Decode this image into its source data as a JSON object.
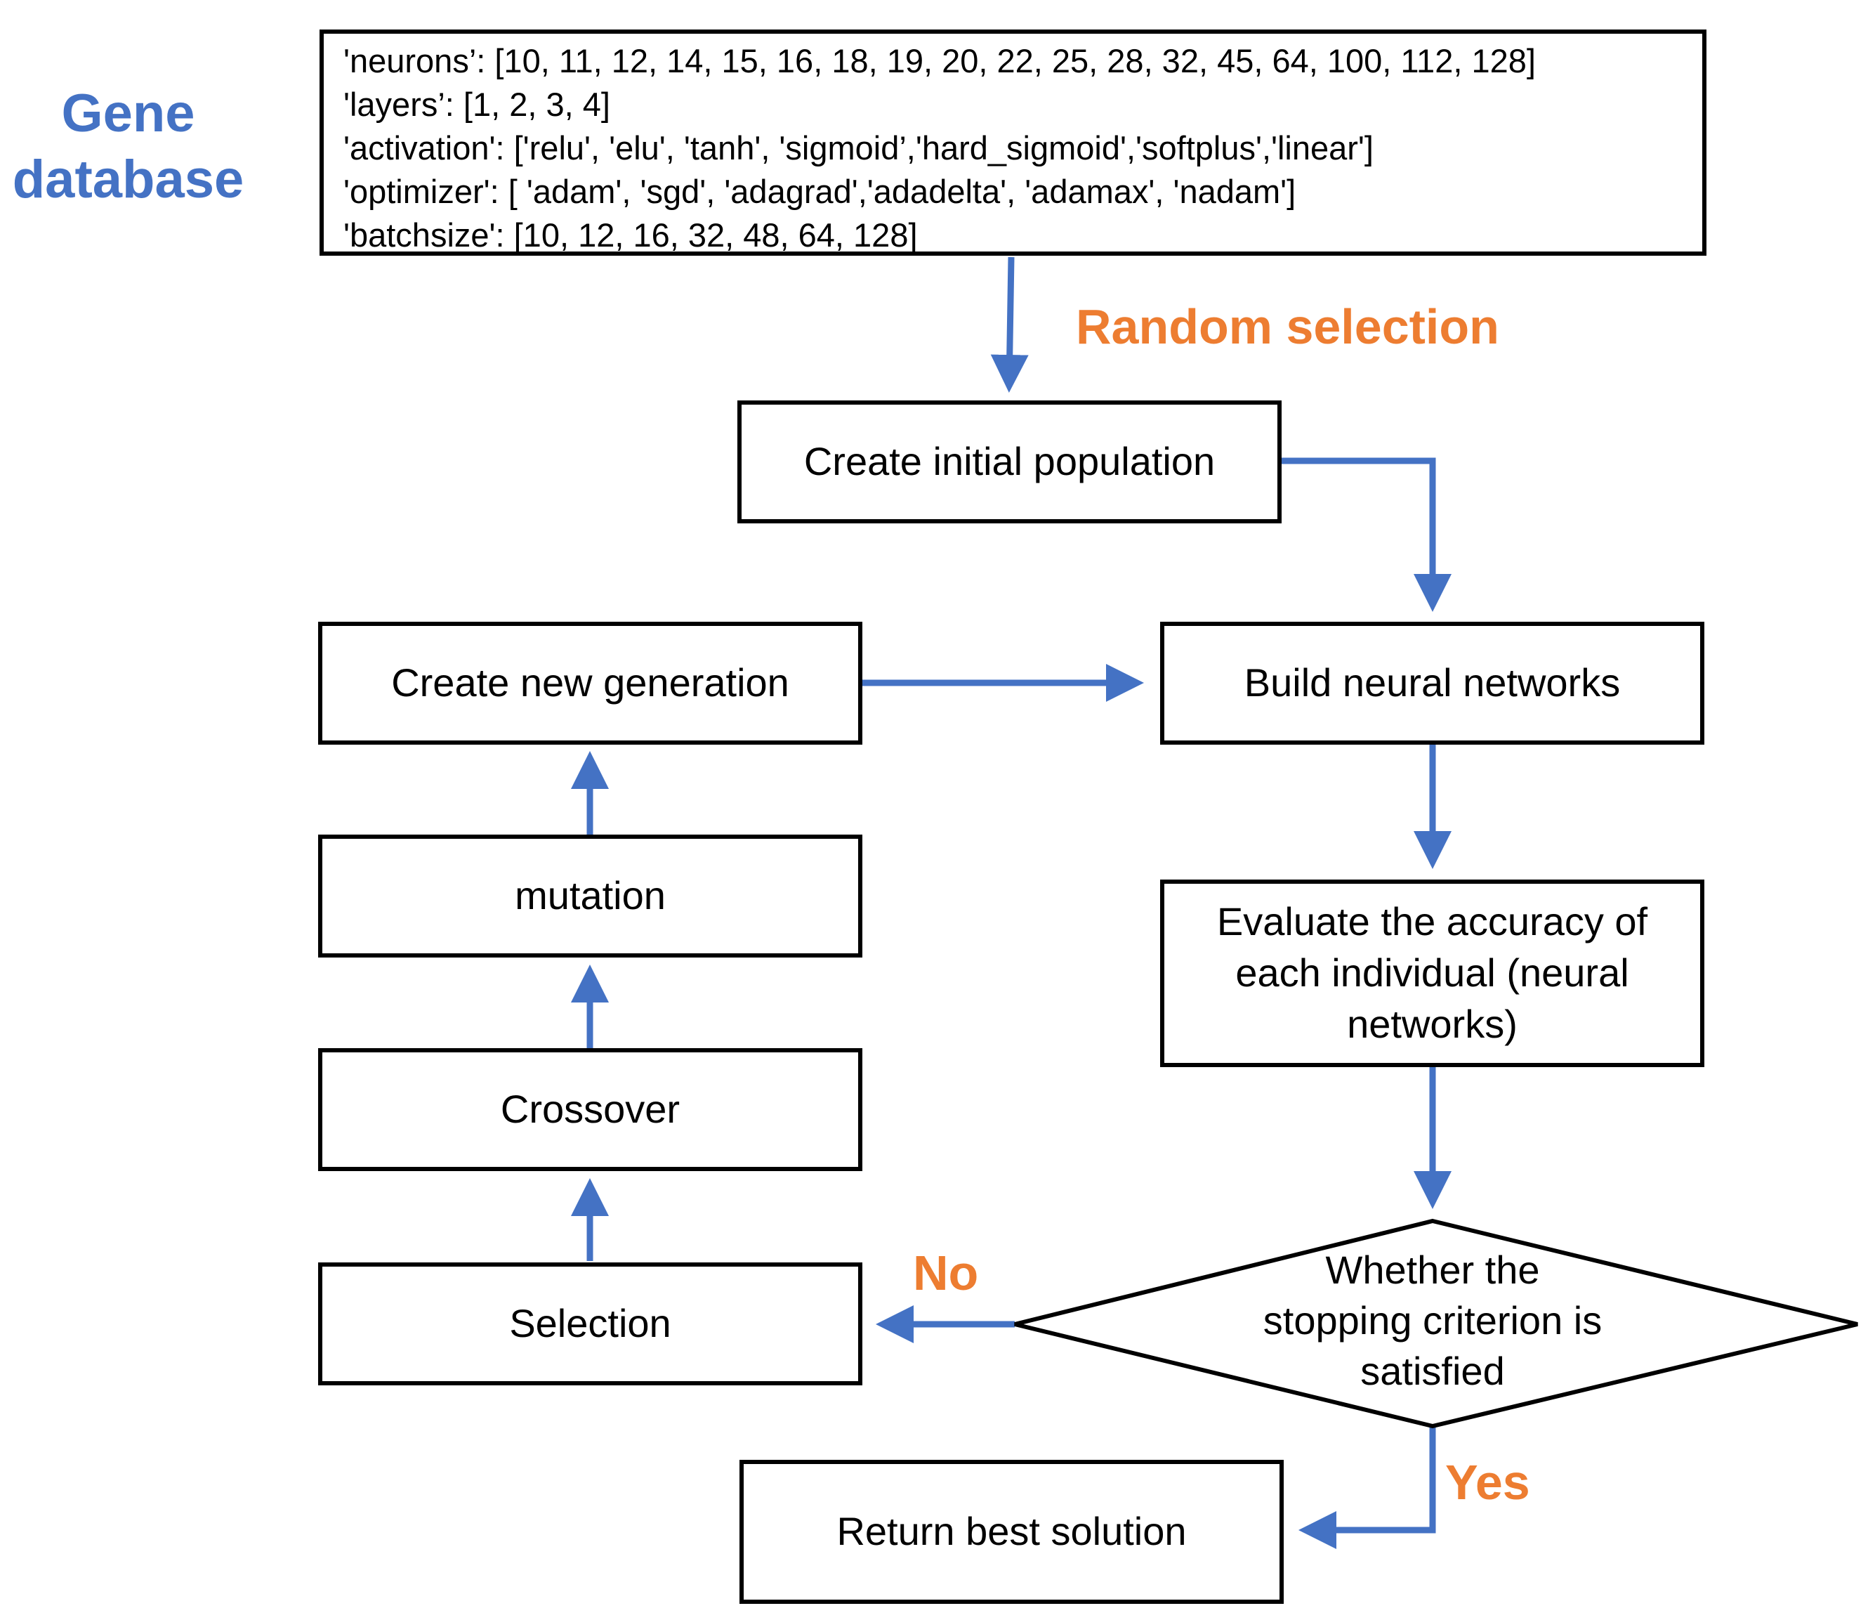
{
  "gene_database": {
    "title_line1": "Gene",
    "title_line2": "database",
    "lines": [
      "'neurons’: [10, 11, 12, 14, 15, 16, 18, 19, 20, 22, 25, 28, 32, 45, 64, 100, 112, 128]",
      "'layers’: [1, 2, 3, 4]",
      "'activation': ['relu', 'elu', 'tanh', 'sigmoid’,'hard_sigmoid','softplus','linear']",
      "'optimizer': [ 'adam', 'sgd', 'adagrad','adadelta', 'adamax', 'nadam']",
      "'batchsize': [10, 12, 16, 32, 48, 64, 128]"
    ]
  },
  "labels": {
    "random_selection": "Random selection",
    "no": "No",
    "yes": "Yes"
  },
  "nodes": {
    "create_initial_population": "Create initial population",
    "build_neural_networks": "Build neural networks",
    "evaluate_accuracy": "Evaluate the accuracy of each individual (neural networks)",
    "stopping_criterion_line1": "Whether the",
    "stopping_criterion_line2": "stopping criterion is",
    "stopping_criterion_line3": "satisfied",
    "selection": "Selection",
    "crossover": "Crossover",
    "mutation": "mutation",
    "create_new_generation": "Create new generation",
    "return_best_solution": "Return best solution"
  },
  "colors": {
    "arrow": "#4472C4",
    "title_blue": "#4472C4",
    "label_orange": "#ED7D31",
    "border": "#000000"
  }
}
